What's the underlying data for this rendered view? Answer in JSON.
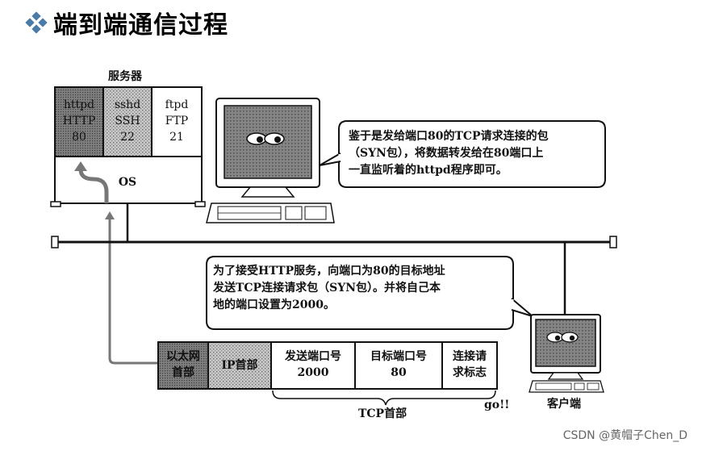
{
  "title": "端到端通信过程",
  "server": {
    "label": "服务器",
    "apps": [
      {
        "name": "httpd",
        "proto": "HTTP",
        "port": "80"
      },
      {
        "name": "sshd",
        "proto": "SSH",
        "port": "22"
      },
      {
        "name": "ftpd",
        "proto": "FTP",
        "port": "21"
      }
    ],
    "os_label": "OS"
  },
  "bubble_server": {
    "lines": [
      "鉴于是发给端口80的TCP请求连接的包",
      "（SYN包），将数据转发给在80端口上",
      "一直监听着的httpd程序即可。"
    ]
  },
  "bubble_client": {
    "lines": [
      "为了接受HTTP服务，向端口为80的目标地址",
      "发送TCP连接请求包（SYN包）。并将自己本",
      "地的端口设置为2000。"
    ]
  },
  "packet": {
    "ethernet_header": [
      "以太网",
      "首部"
    ],
    "ip_header": "IP首部",
    "src_port": [
      "发送端口号",
      "2000"
    ],
    "dst_port": [
      "目标端口号",
      "80"
    ],
    "flag": [
      "连接请",
      "求标志"
    ],
    "tcp_header_label": "TCP首部",
    "go_label": "go!!"
  },
  "client_label": "客户端",
  "footer": "CSDN @黄帽子Chen_D",
  "colors": {
    "bullet": "#4a7aa8",
    "shade_dark": "#8f8f8f",
    "shade_light": "#c4c4c4",
    "screen": "#7b7b7b"
  }
}
